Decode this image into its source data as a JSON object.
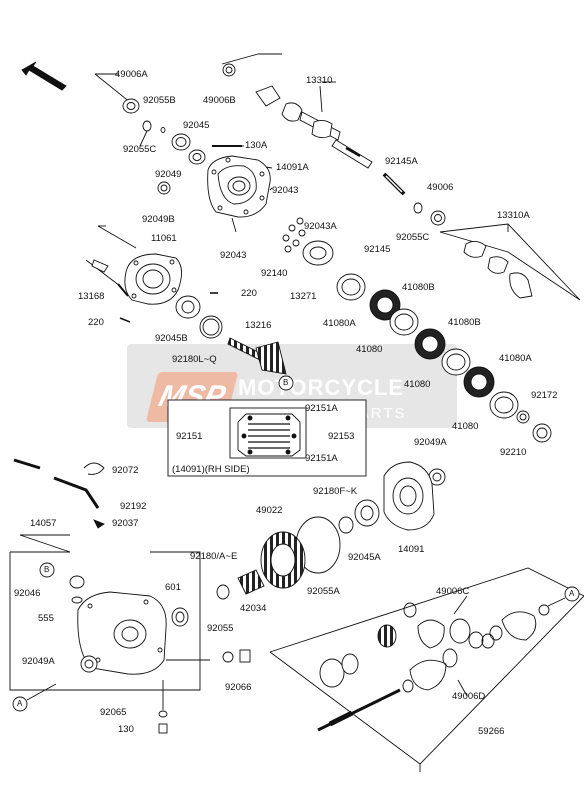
{
  "watermark": {
    "logo": "MSP",
    "line1": "MOTORCYCLE",
    "line2": "SPARE PARTS"
  },
  "labels": {
    "p49006A": "49006A",
    "p92055B": "92055B",
    "p92055C_top": "92055C",
    "p92045": "92045",
    "p92049": "92049",
    "p92049B": "92049B",
    "p13310": "13310",
    "p49006B": "49006B",
    "p130A": "130A",
    "p14091A": "14091A",
    "p92043_a": "92043",
    "p92043_b": "92043",
    "p92145A": "92145A",
    "p49006": "49006",
    "p92055C_mid": "92055C",
    "p13310A": "13310A",
    "p92043A": "92043A",
    "p92145": "92145",
    "p92140": "92140",
    "p13271": "13271",
    "p11061": "11061",
    "p13168": "13168",
    "p220_a": "220",
    "p220_b": "220",
    "p92045B": "92045B",
    "p13216": "13216",
    "p92180LQ": "92180L~Q",
    "p41080A_a": "41080A",
    "p41080B_a": "41080B",
    "p41080_a": "41080",
    "p41080_b": "41080",
    "p41080B_b": "41080B",
    "p41080A_b": "41080A",
    "p41080_c": "41080",
    "p92172": "92172",
    "p92210": "92210",
    "p92151A_top": "92151A",
    "p92151": "92151",
    "p92153": "92153",
    "p92151A_bot": "92151A",
    "rh_side": "(14091)(RH SIDE)",
    "p92049A_mid": "92049A",
    "p92072": "92072",
    "p92192": "92192",
    "p14057": "14057",
    "p92037": "92037",
    "p92180FK": "92180F~K",
    "p49022": "49022",
    "p92045A": "92045A",
    "p14091": "14091",
    "p92180AE": "92180/A~E",
    "p92055A": "92055A",
    "p601": "601",
    "p42034": "42034",
    "p92046": "92046",
    "p555": "555",
    "p92049A_low": "92049A",
    "p92055": "92055",
    "p92066": "92066",
    "p92065": "92065",
    "p130": "130",
    "p49006C": "49006C",
    "p49006D": "49006D",
    "p59266": "59266",
    "ref_B1": "B",
    "ref_B2": "B",
    "ref_A1": "A",
    "ref_A2": "A"
  }
}
